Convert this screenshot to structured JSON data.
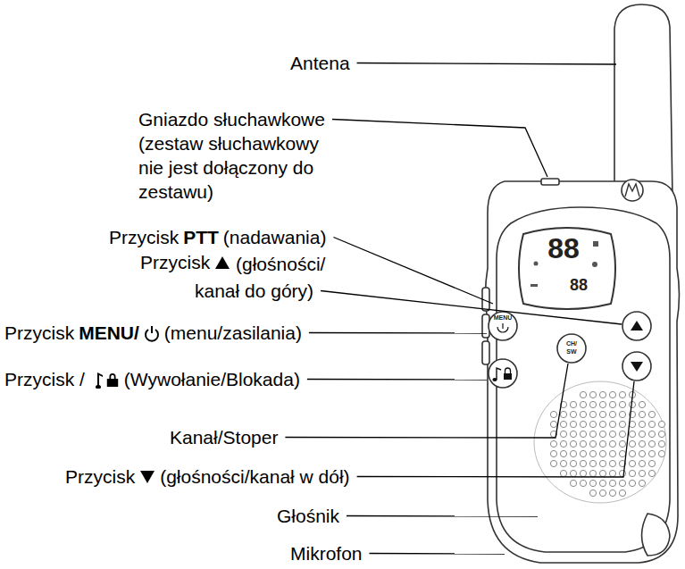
{
  "diagram": {
    "labels": [
      "Antena",
      "Gniazdo słuchawkowe (zestaw słuchawkowy nie jest dołączony do zestawu)",
      "Przycisk",
      "PTT",
      "(nadawania)",
      "Przycisk",
      "(głośności/ kanał do góry)",
      "Przycisk",
      "MENU/",
      "(menu/zasilania)",
      "Przycisk /",
      "(Wywołanie/Blokada)",
      "Kanał/Stoper",
      "Przycisk",
      "(głośności/kanał w dół)",
      "Głośnik",
      "Mikrofon",
      "MENU",
      "CH/",
      "SW",
      "88",
      "88"
    ]
  }
}
